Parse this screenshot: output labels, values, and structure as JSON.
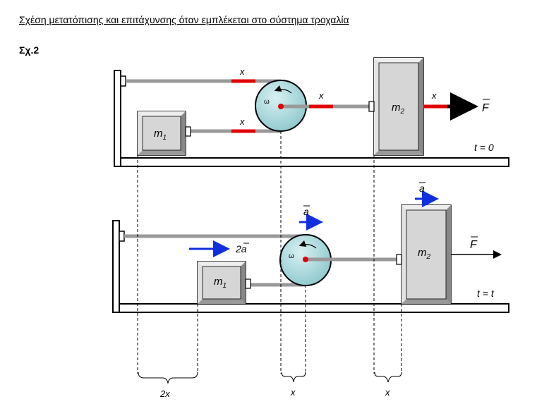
{
  "header": {
    "title": "Σχέση μετατόπισης και επιτάχυνσης όταν εμπλέκεται στο σύστημα τροχαλία",
    "figure_label": "Σχ.2"
  },
  "top_scene": {
    "time_label": "t = 0",
    "mass1_label": "m",
    "mass1_sub": "1",
    "mass2_label": "m",
    "mass2_sub": "2",
    "pulley_omega": "ω",
    "force_label": "F",
    "x_upper_rope": "x",
    "x_lower_rope": "x",
    "x_axle_rope": "x",
    "x_force_rope": "x"
  },
  "bottom_scene": {
    "time_label": "t = t",
    "mass1_label": "m",
    "mass1_sub": "1",
    "mass2_label": "m",
    "mass2_sub": "2",
    "pulley_omega": "ω",
    "force_label": "F",
    "accel_pulley": "a",
    "accel_mass2": "a",
    "accel_mass1": "2a"
  },
  "displacements": {
    "mass1": "2x",
    "pulley": "x",
    "mass2": "x"
  },
  "colors": {
    "rope": "#999999",
    "marker": "#e00000",
    "arrow_blue": "#1030e0",
    "pulley_fill": "#a8d8dc",
    "box_face": "#d0d0d0",
    "box_bevel": "#888888"
  }
}
